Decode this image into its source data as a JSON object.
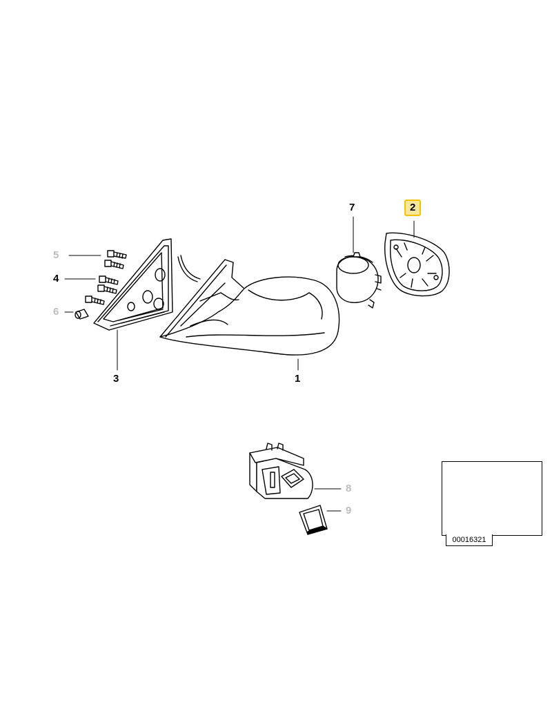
{
  "callouts": [
    {
      "id": "p1",
      "text": "1",
      "status": "normal"
    },
    {
      "id": "p2",
      "text": "2",
      "status": "selected"
    },
    {
      "id": "p3",
      "text": "3",
      "status": "normal"
    },
    {
      "id": "p4",
      "text": "4",
      "status": "normal"
    },
    {
      "id": "p5",
      "text": "5",
      "status": "dimmed"
    },
    {
      "id": "p6",
      "text": "6",
      "status": "dimmed"
    },
    {
      "id": "p7",
      "text": "7",
      "status": "normal"
    },
    {
      "id": "p8",
      "text": "8",
      "status": "dimmed"
    },
    {
      "id": "p9",
      "text": "9",
      "status": "dimmed"
    }
  ],
  "thumbnail": {
    "code": "00016321"
  },
  "colors": {
    "highlight_fill": "#fbe79a",
    "highlight_border": "#f0c200",
    "dimmed_text": "#bdbdbd",
    "line": "#000000"
  }
}
